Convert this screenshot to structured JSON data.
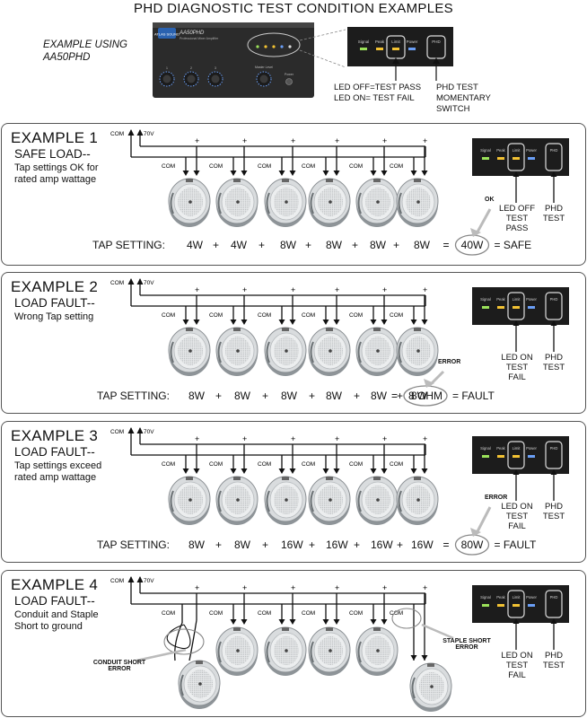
{
  "page": {
    "title": "PHD DIAGNOSTIC TEST CONDITION EXAMPLES",
    "intro_line1": "EXAMPLE USING",
    "intro_line2": "AA50PHD",
    "amp_brand": "ATLAS SOUND",
    "amp_model": "AA50PHD",
    "amp_subtitle": "Professional Mixer Amplifier",
    "amp_master": "Master Level",
    "amp_power": "Power",
    "ch1": "1",
    "ch2": "2",
    "ch3": "3",
    "led_legend1": "LED OFF=TEST PASS",
    "led_legend2": "LED ON= TEST FAIL",
    "phd_legend1": "PHD TEST",
    "phd_legend2": "MOMENTARY",
    "phd_legend3": "SWITCH"
  },
  "panel_labels": {
    "signal": "Signal",
    "peak": "Peak",
    "limit": "Limit",
    "power": "Power",
    "phd": "PHD"
  },
  "wiring": {
    "com": "COM",
    "v70": "70V",
    "plus": "+",
    "tap_label": "TAP SETTING:"
  },
  "examples": [
    {
      "title": "EXAMPLE 1",
      "subtitle": "SAFE LOAD--",
      "desc1": "Tap settings OK for",
      "desc2": "rated amp wattage",
      "taps": [
        "4W",
        "4W",
        "8W",
        "8W",
        "8W",
        "8W"
      ],
      "plus_list": [
        "+",
        "+",
        "+",
        "+",
        "+"
      ],
      "result_value": "40W",
      "result_status": "SAFE",
      "callout": "OK",
      "led_line1": "LED OFF",
      "led_line2": "TEST",
      "led_line3": "PASS",
      "phd_line1": "PHD",
      "phd_line2": "TEST"
    },
    {
      "title": "EXAMPLE 2",
      "subtitle": "LOAD FAULT--",
      "desc1": "Wrong Tap setting",
      "desc2": "",
      "taps": [
        "8W",
        "8W",
        "8W",
        "8W",
        "8W",
        "8W"
      ],
      "plus_list": [
        "+",
        "+",
        "+",
        "+",
        "+"
      ],
      "result_value": "8 OHM",
      "result_status": "FAULT",
      "callout": "ERROR",
      "led_line1": "LED ON",
      "led_line2": "TEST",
      "led_line3": "FAIL",
      "phd_line1": "PHD",
      "phd_line2": "TEST"
    },
    {
      "title": "EXAMPLE 3",
      "subtitle": "LOAD FAULT--",
      "desc1": "Tap settings exceed",
      "desc2": "rated amp wattage",
      "taps": [
        "8W",
        "8W",
        "16W",
        "16W",
        "16W",
        "16W"
      ],
      "plus_list": [
        "+",
        "+",
        "+",
        "+",
        "+"
      ],
      "result_value": "80W",
      "result_status": "FAULT",
      "callout": "ERROR",
      "led_line1": "LED ON",
      "led_line2": "TEST",
      "led_line3": "FAIL",
      "phd_line1": "PHD",
      "phd_line2": "TEST"
    },
    {
      "title": "EXAMPLE 4",
      "subtitle": "LOAD FAULT--",
      "desc1": "Conduit and Staple",
      "desc2": "Short to ground",
      "conduit_line1": "CONDUIT SHORT",
      "conduit_line2": "ERROR",
      "staple_line1": "STAPLE SHORT",
      "staple_line2": "ERROR",
      "led_line1": "LED ON",
      "led_line2": "TEST",
      "led_line3": "FAIL",
      "phd_line1": "PHD",
      "phd_line2": "TEST"
    }
  ]
}
